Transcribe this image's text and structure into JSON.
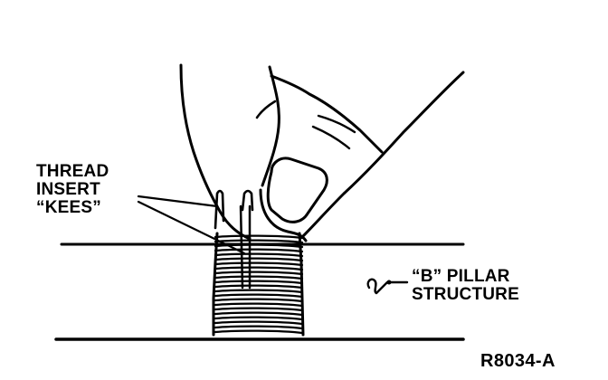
{
  "labels": {
    "thread_insert": [
      "THREAD",
      "INSERT",
      "“KEES”"
    ],
    "b_pillar": [
      "“B” PILLAR",
      "STRUCTURE"
    ],
    "figure_id": "R8034-A"
  },
  "colors": {
    "ink": "#000000",
    "paper": "#ffffff"
  }
}
